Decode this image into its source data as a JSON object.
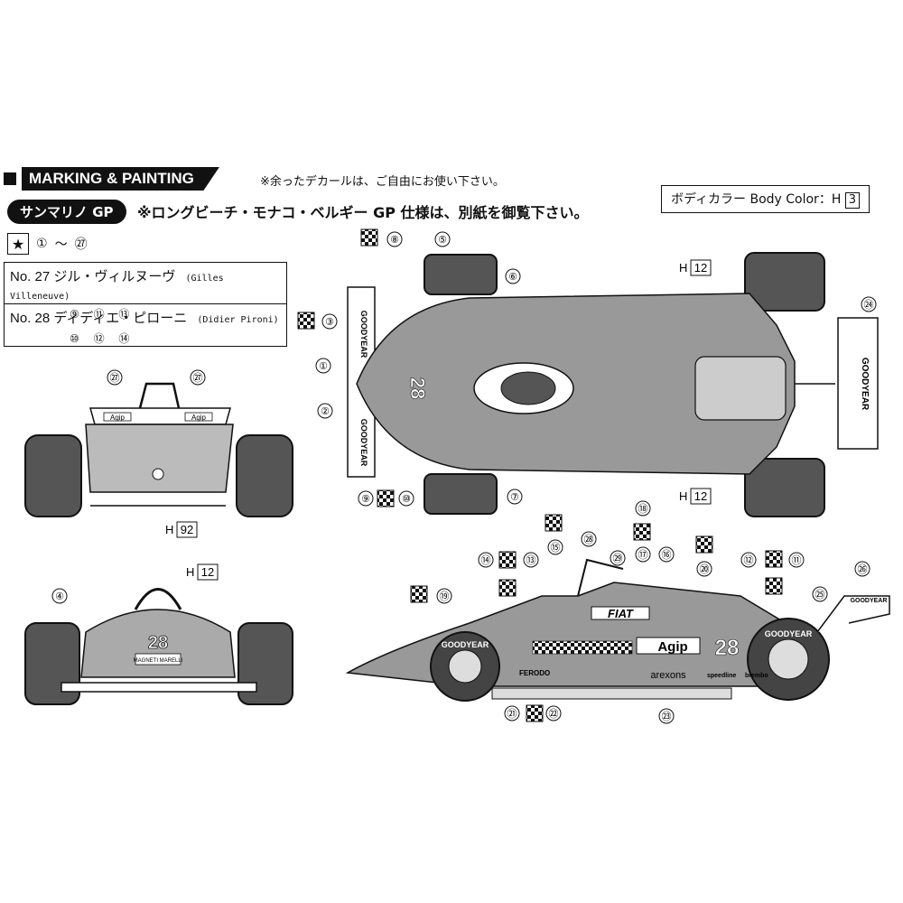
{
  "header": {
    "title": "MARKING & PAINTING",
    "note": "※余ったデカールは、ご自由にお使い下さい。"
  },
  "gp": {
    "label": "サンマリノ GP",
    "note": "※ロングビーチ・モナコ・ベルギー GP 仕様は、別紙を御覧下さい。"
  },
  "body_color": {
    "label": "ボディカラー Body Color：H",
    "code": "3"
  },
  "decals": {
    "range_start": "①",
    "tilde": "～",
    "range_end": "㉗"
  },
  "drivers": [
    {
      "label": "No. 27 ジル・ヴィルヌーヴ",
      "latin": "(Gilles Villeneuve)",
      "decals": "⑨ ⑪ ⑬"
    },
    {
      "label": "No. 28 ディディエ・ピローニ",
      "latin": "(Didier Pironi)",
      "decals": "⑩ ⑫ ⑭"
    }
  ],
  "paint_codes": {
    "h12_top": "12",
    "h12_bottom": "12",
    "h92": "92",
    "h12_rear": "12"
  },
  "car_text": {
    "number": "28",
    "number_top": "28",
    "goodyear": "GOODYEAR",
    "agip": "Agip",
    "fiat": "FIAT",
    "magneti": "MAGNETI MARELLI",
    "arexons": "arexons",
    "speedline": "speedline",
    "brembo": "brembo",
    "ferodo": "FERODO"
  },
  "callouts": [
    "①",
    "②",
    "③",
    "④",
    "⑤",
    "⑥",
    "⑦",
    "⑧",
    "⑨",
    "⑩",
    "⑪",
    "⑫",
    "⑬",
    "⑭",
    "⑮",
    "⑯",
    "⑰",
    "⑱",
    "⑲",
    "⑳",
    "㉑",
    "㉒",
    "㉓",
    "㉔",
    "㉕",
    "㉖",
    "㉗",
    "㉘",
    "㉙"
  ]
}
